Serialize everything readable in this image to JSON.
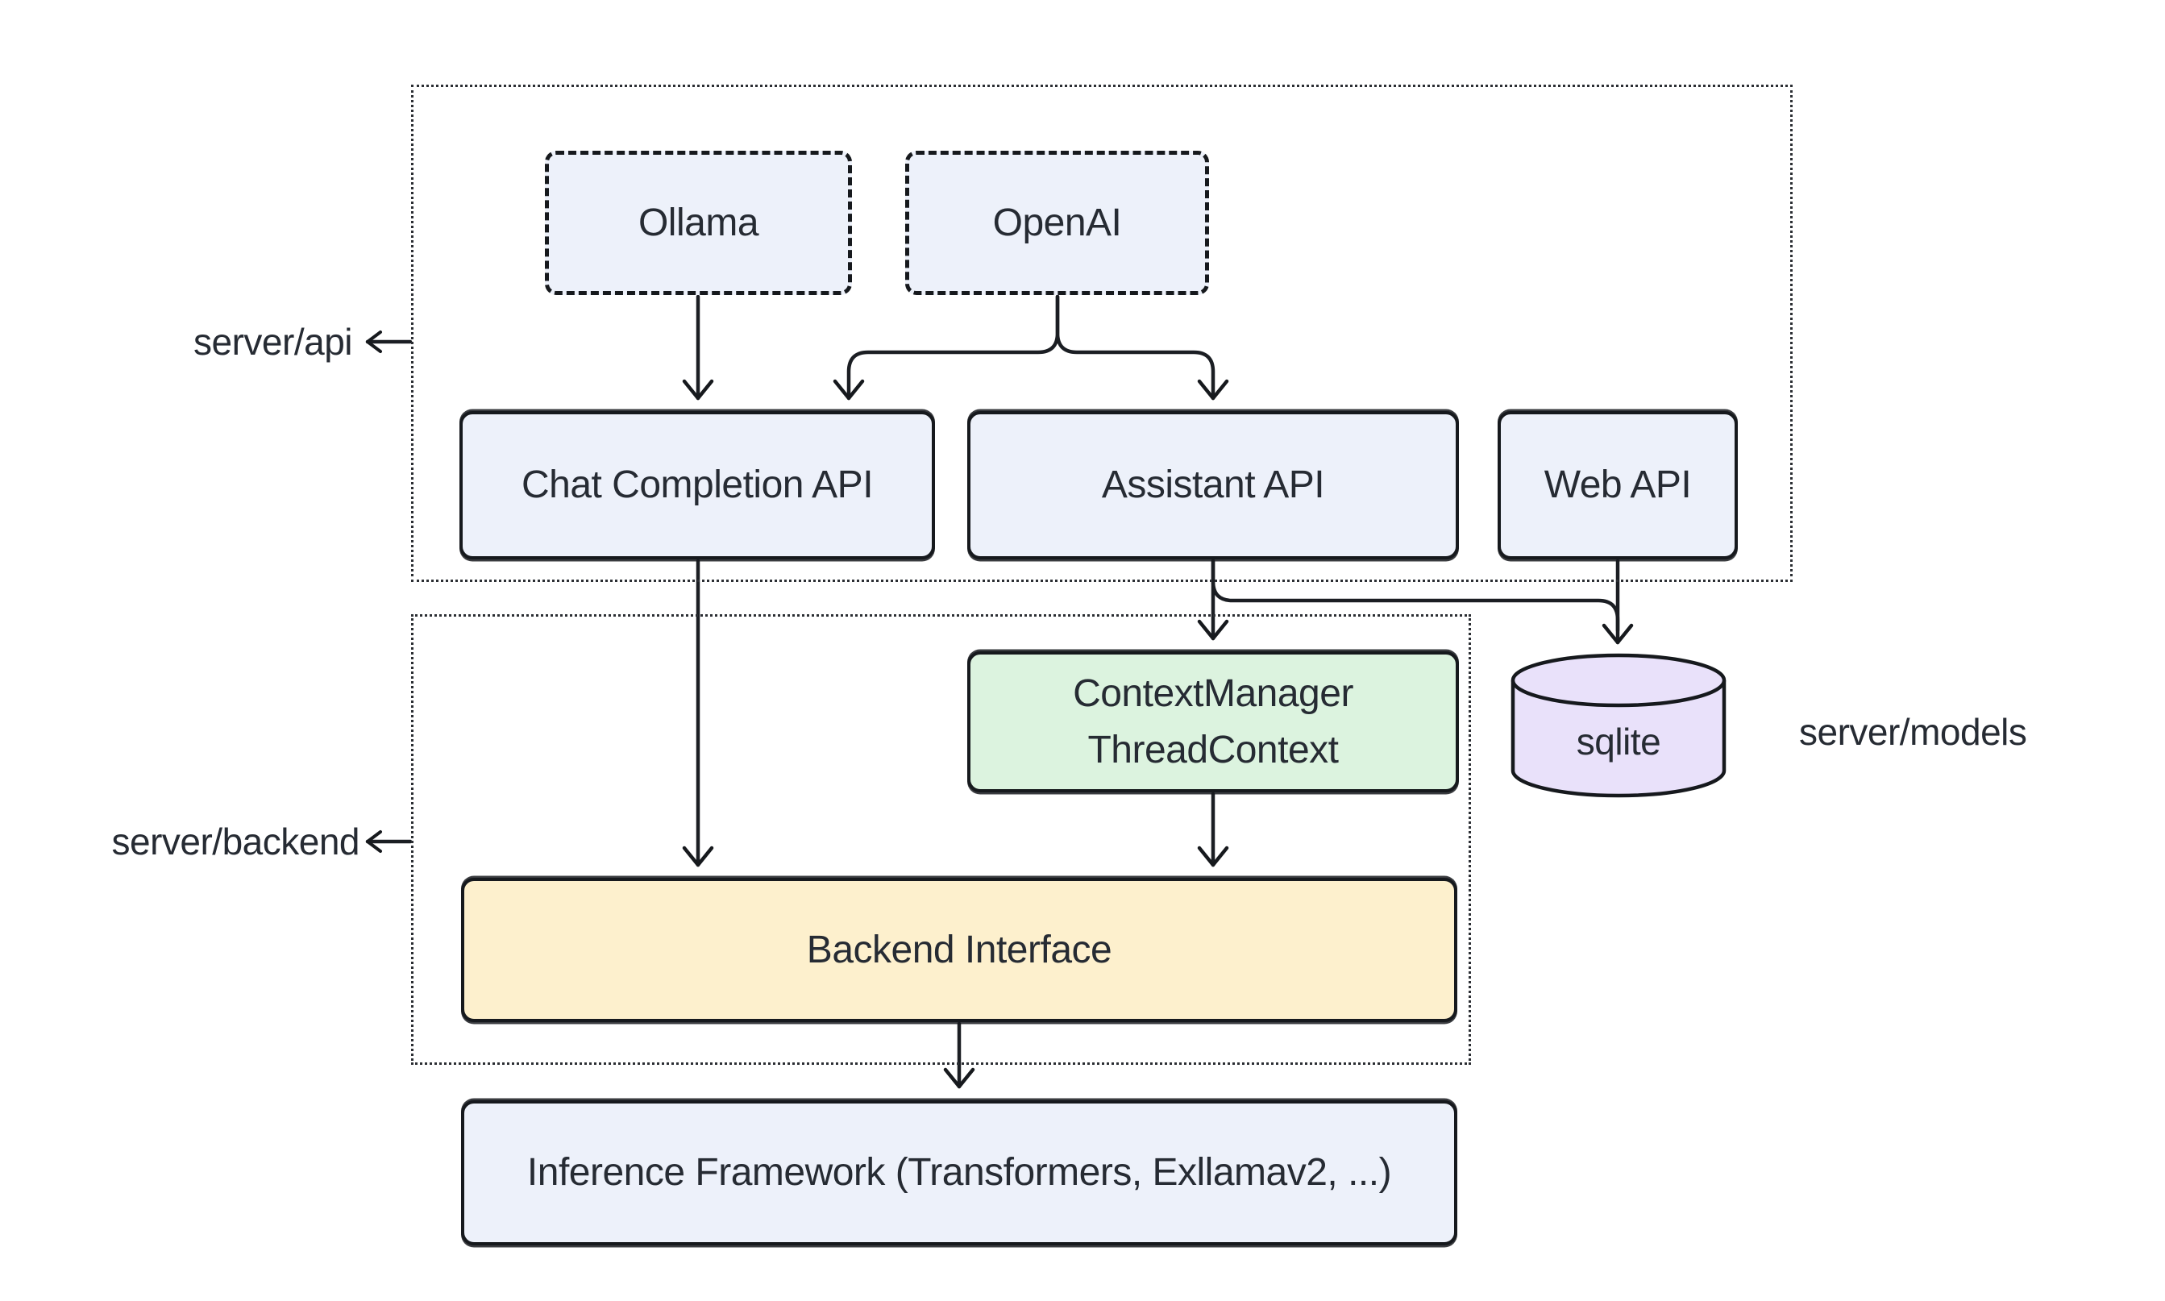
{
  "diagram": {
    "groups": {
      "api": {
        "label": "server/api"
      },
      "backend": {
        "label": "server/backend"
      },
      "models": {
        "label": "server/models"
      }
    },
    "nodes": {
      "ollama": {
        "label": "Ollama",
        "style": "dashed-blue"
      },
      "openai": {
        "label": "OpenAI",
        "style": "dashed-blue"
      },
      "chat_completion_api": {
        "label": "Chat Completion API",
        "style": "blue"
      },
      "assistant_api": {
        "label": "Assistant API",
        "style": "blue"
      },
      "web_api": {
        "label": "Web API",
        "style": "blue"
      },
      "context_manager": {
        "line1": "ContextManager",
        "line2": "ThreadContext",
        "style": "green"
      },
      "sqlite": {
        "label": "sqlite",
        "style": "purple-cylinder"
      },
      "backend_interface": {
        "label": "Backend Interface",
        "style": "yellow"
      },
      "inference_framework": {
        "label": "Inference Framework (Transformers, Exllamav2, ...)",
        "style": "blue"
      }
    },
    "edges": [
      {
        "from": "Ollama",
        "to": "Chat Completion API"
      },
      {
        "from": "OpenAI",
        "to": "Chat Completion API"
      },
      {
        "from": "OpenAI",
        "to": "Assistant API"
      },
      {
        "from": "Chat Completion API",
        "to": "Backend Interface"
      },
      {
        "from": "Assistant API",
        "to": "ContextManager ThreadContext"
      },
      {
        "from": "Assistant API",
        "to": "sqlite"
      },
      {
        "from": "Web API",
        "to": "sqlite"
      },
      {
        "from": "ContextManager ThreadContext",
        "to": "Backend Interface"
      },
      {
        "from": "Backend Interface",
        "to": "Inference Framework (Transformers, Exllamav2, ...)"
      }
    ],
    "colors": {
      "node_blue": "#edf1fa",
      "node_green": "#dcf3df",
      "node_yellow": "#fdf0cd",
      "node_purple": "#e9e1fa",
      "border": "#16191d",
      "text": "#262b33",
      "background": "#ffffff"
    }
  }
}
